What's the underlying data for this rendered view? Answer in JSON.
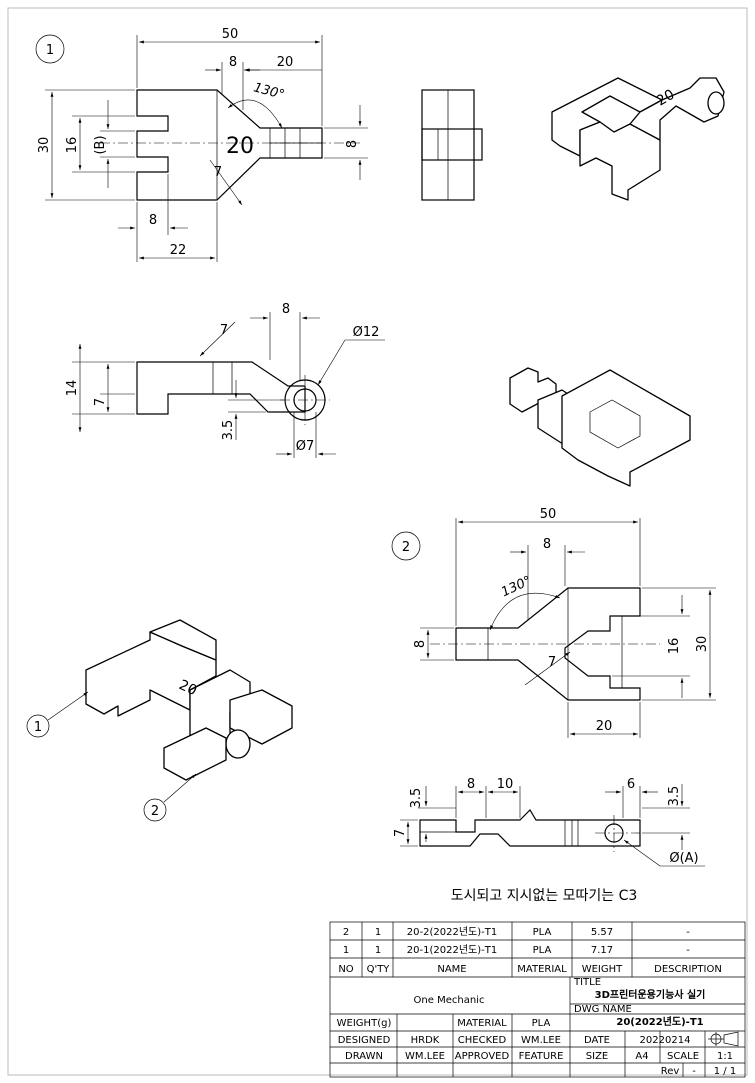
{
  "balloons": {
    "part1": "1",
    "part2": "2"
  },
  "view1": {
    "dims": {
      "overall_width": "50",
      "slot_width": "8",
      "tongue_length": "20",
      "height": "30",
      "inner_height": "16",
      "ref_b": "(B)",
      "tongue_height": "8",
      "angle": "130°",
      "chamfer": "7",
      "bottom_8": "8",
      "bottom_22": "22",
      "engraved": "20"
    },
    "side": {
      "top_8": "8",
      "chamfer": "7",
      "dia": "Ø12",
      "h14": "14",
      "h7": "7",
      "h35": "3.5",
      "hole": "Ø7"
    }
  },
  "view2": {
    "dims": {
      "overall_width": "50",
      "slot_width": "8",
      "angle": "130°",
      "tongue_height": "8",
      "inner_height": "16",
      "height": "30",
      "chamfer": "7",
      "bottom_20": "20"
    },
    "side": {
      "h35_left": "3.5",
      "w8": "8",
      "w10": "10",
      "w6": "6",
      "h35_right": "3.5",
      "h7": "7",
      "dia_a": "Ø(A)"
    }
  },
  "iso_engraved": "20",
  "note": "도시되고 지시없는 모따기는 C3",
  "title_block": {
    "rows": [
      {
        "no": "2",
        "qty": "1",
        "name": "20-2(2022년도)-T1",
        "material": "PLA",
        "weight": "5.57",
        "description": "-"
      },
      {
        "no": "1",
        "qty": "1",
        "name": "20-1(2022년도)-T1",
        "material": "PLA",
        "weight": "7.17",
        "description": "-"
      }
    ],
    "headers": {
      "no": "NO",
      "qty": "Q'TY",
      "name": "NAME",
      "material": "MATERIAL",
      "weight": "WEIGHT",
      "description": "DESCRIPTION"
    },
    "company": "One Mechanic",
    "title_label": "TITLE",
    "title": "3D프린터운용기능사 실기",
    "dwg_label": "DWG NAME",
    "dwg_name": "20(2022년도)-T1",
    "weight_label": "WEIGHT(g)",
    "material_label": "MATERIAL",
    "material_value": "PLA",
    "designed_label": "DESIGNED",
    "designed_value": "HRDK",
    "checked_label": "CHECKED",
    "checked_value": "WM.LEE",
    "date_label": "DATE",
    "date_value": "20220214",
    "drawn_label": "DRAWN",
    "drawn_value": "WM.LEE",
    "approved_label": "APPROVED",
    "feature_label": "FEATURE",
    "size_label": "SIZE",
    "size_value": "A4",
    "scale_label": "SCALE",
    "scale_value": "1:1",
    "rev_label": "Rev",
    "rev_value": "-",
    "sheet_value": "1 / 1"
  }
}
